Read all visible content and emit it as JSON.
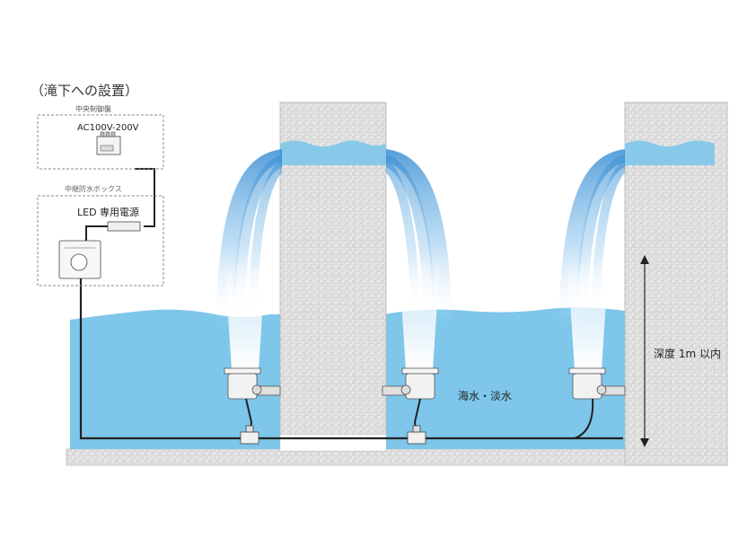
{
  "diagram": {
    "title": "（滝下への設置）",
    "control_panel": {
      "title": "中央制御盤",
      "voltage": "AC100V-200V"
    },
    "relay_box": {
      "title": "中継防水ボックス",
      "power_label": "LED 専用電源"
    },
    "water_label": "海水・淡水",
    "depth_label": "深度 1m 以内",
    "colors": {
      "water": "#7ec6ea",
      "jet": "#3a8fd4",
      "stone": "#e4e4e4",
      "stone_edge": "#b8b8b8",
      "cable": "#222222",
      "fixture": "#f2f2f2"
    },
    "icons": [
      "dashed-box",
      "ac-plug-icon",
      "power-supply-icon",
      "light-fixture",
      "cable-connector"
    ]
  }
}
